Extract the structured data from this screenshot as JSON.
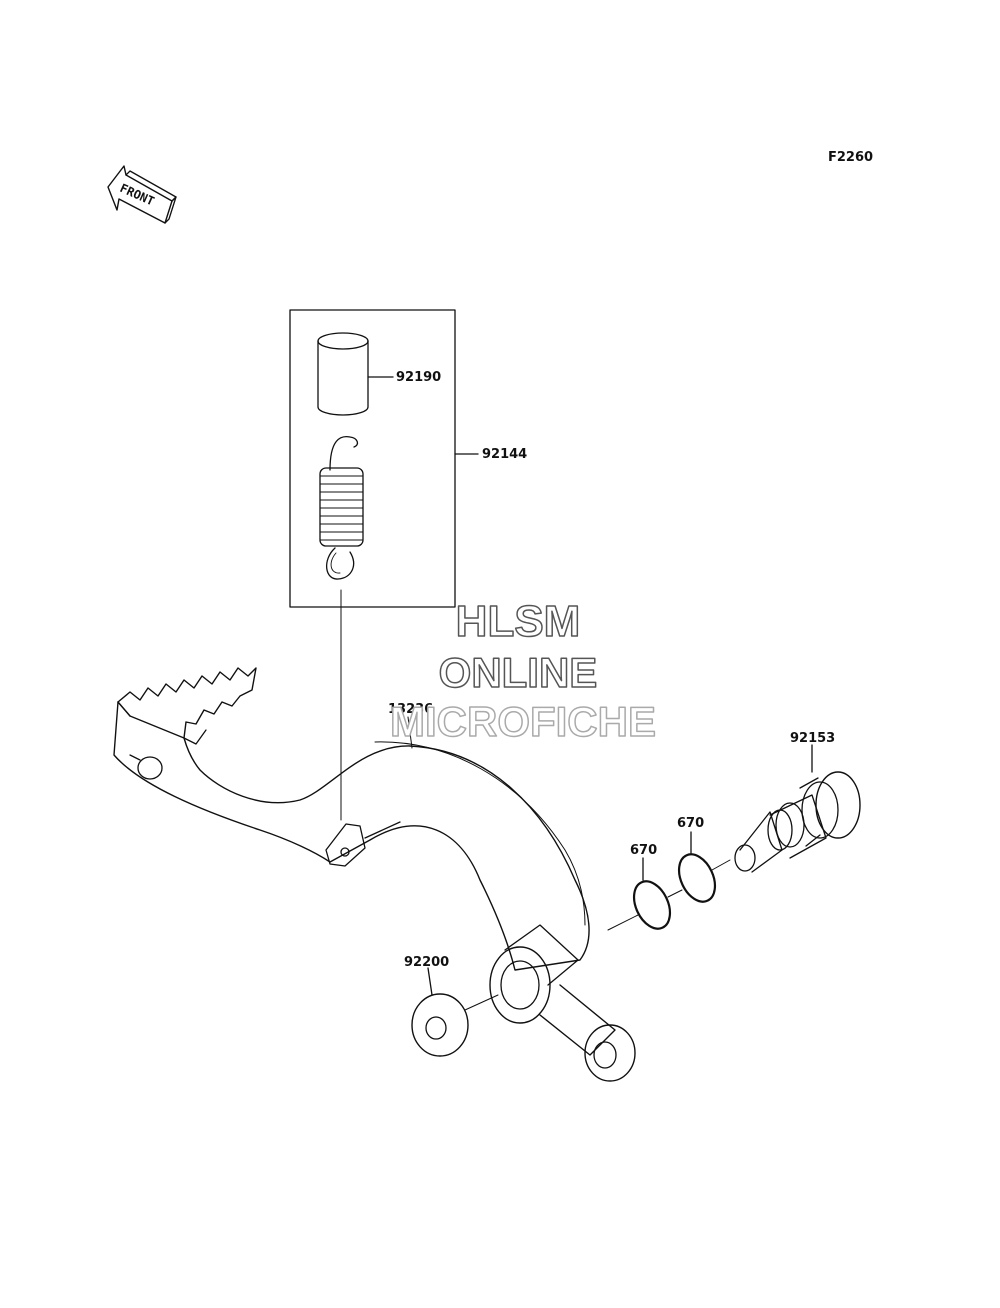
{
  "figure_id": "F2260",
  "front_indicator": {
    "text": "FRONT",
    "icon": "front-arrow-icon"
  },
  "watermark": {
    "line1": "HLSM",
    "line2": "ONLINE",
    "line3": "MICROFICHE"
  },
  "parts": {
    "spring_assembly": "92144",
    "collar": "92190",
    "brake_pedal": "13236",
    "pedal_shaft": "92153",
    "o_ring_1": "670",
    "o_ring_2": "670",
    "washer": "92200"
  },
  "colors": {
    "line": "#111111",
    "background": "#ffffff",
    "watermark_stroke": "#555555"
  }
}
